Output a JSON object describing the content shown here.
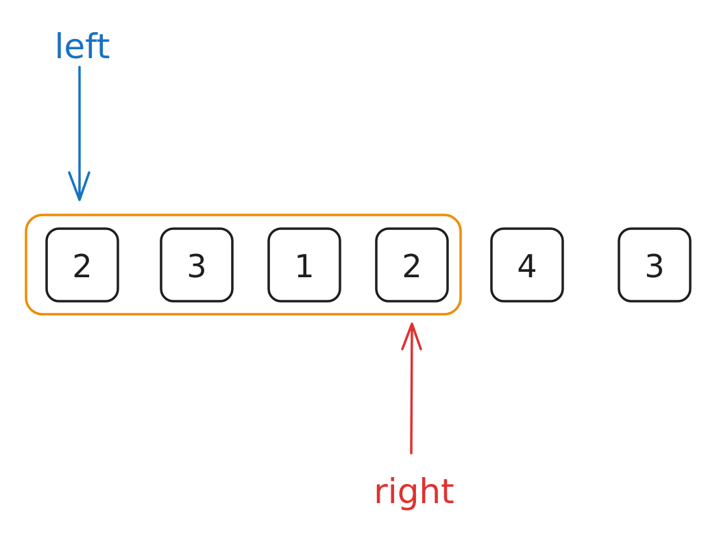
{
  "array": {
    "values": [
      "2",
      "3",
      "1",
      "2",
      "4",
      "3"
    ]
  },
  "window": {
    "start_index": 0,
    "end_index": 3
  },
  "pointers": {
    "left": {
      "label": "left",
      "index": 0,
      "color": "#1971c2"
    },
    "right": {
      "label": "right",
      "index": 3,
      "color": "#e03131"
    }
  },
  "colors": {
    "cell_stroke": "#1e1e1e",
    "window_stroke": "#f08c00",
    "text": "#1e1e1e"
  }
}
